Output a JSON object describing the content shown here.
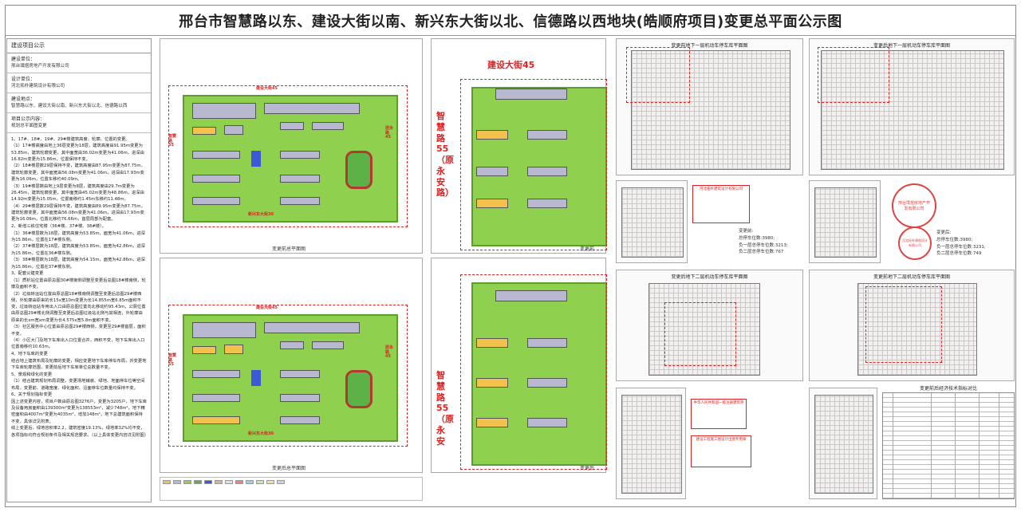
{
  "title": "邢台市智慧路以东、建设大街以南、新兴东大街以北、信德路以西地块(皓顺府项目)变更总平面公示图",
  "info": {
    "header": "建设项目公示",
    "rows": [
      {
        "label": "建设单位：",
        "value": "邢台璞煜房地产开发有限公司"
      },
      {
        "label": "设计单位：",
        "value": "河北拓朴建筑设计有限公司"
      },
      {
        "label": "建设地点：",
        "value": "智慧路以东、建设大街以南、新兴东大街以北、信德路以西"
      },
      {
        "label": "项目公示内容：",
        "value": "规划总平面图变更"
      }
    ],
    "notes": [
      "1、17#、18#、19#、29#楼建筑高度、轮廓、位置的变更。",
      "（1）17#楼高度由地上36层变更为18层，建筑高度由91.95m变更为53.85m，建筑轮廓变更，其中面宽由36.02m变更为41.06m，进深由16.82m变更为15.86m，位置保持不变。",
      "（2）18#楼层数29层保持不变，建筑高度由87.95m变更为87.75m，建筑轮廓变更，其中面宽由56.08m变更为41.06m，进深由17.93m变更为16.06m，位置东移约40.09m。",
      "（3）19#楼层数由地上9层变更为8层，建筑高度由29.7m变更为26.45m，建筑轮廓变更，其中面宽由45.02m变更为48.86m，进深由14.92m变更为15.05m，位置南移约1.45m东移约11.48m。",
      "（4）29#楼层数29层保持不变，建筑高度由89.95m变更为87.75m，建筑轮廓变更，其中面宽由56.08m变更为41.06m，进深由17.93m变更为16.06m，位置北移约76.66m，首层局部为配套。",
      "2、新增三栋住宅楼（36#楼、37#楼、38#楼）。",
      "（1）36#楼层数为18层，建筑高度为53.85m，面宽为41.06m，进深为15.86m，位置在17#楼东侧。",
      "（2）37#楼层数为18层，建筑高度为53.85m，面宽为42.86m，进深为15.86m，位置在36#楼东侧。",
      "（3）38#楼层数为18层，建筑高度为54.15m，面宽为42.86m，进深为15.86m，位置在37#楼东侧。",
      "3、配套公建变更",
      "（1）质析站位置由原总图30#楼南侧调整至变更后总图18#楼南侧，轮廓及面积不变。",
      "（2）垃圾转运站位置由原总图18#楼南侧调整至变更后总图29#楼西侧，外轮廓由原来的长15x宽10m变更为长14.855m宽6.85m面积不变，垃圾转运站专用出入口由原总图位置向北移动约95.43m，公厕位置由原总图29#楼北侧调整至变更后总图垃圾站北侧与其相连，外轮廓由原来的长xm宽xm变更为长4.575x宽5.8m面积不变。",
      "（3）社区服务中心位置由原总图29#楼西侧，变更至29#楼首层，面积不变。",
      "（4）小区大门及地下车库出入口位置合并，西积不变，地下车库出入口位置南移约10.63m。",
      "4、地下车库的变更",
      "结合地上建筑布局及轮廓的变更，相应变更地下车库停车布局，并变更地下车库轮廓范围，变更前后地下车库单位总数量不变。",
      "5、景观和绿化的变更",
      "（1）结合建筑规划布局调整，变更场地铺装、绿地、地面停车位等空间布局，变更前、道路宽度、绿化面积、沿面停车位数量均保持不变。",
      "6、关于规划指标变更",
      "因上述变更内容，项目户数由原总图3276户，变更为3205户，地下车库及设备用房面积由139300m²变更为138553m²，减少748m²，地下精密面积由4007m²变更为4035m²，增加148m²，地下总建筑面积保持不变，具体详见附表。",
      "综上变更后，绿地容积率2.2，建筑密度19.13%，绿地率32%均不变，各项指标均符合规划条件及相关规范要求。（以上具体变更内容详见附图）"
    ]
  },
  "plan_top": {
    "road_north": "建设大街45",
    "road_west": "智慧路55",
    "road_east": "居永路45",
    "road_south": "新兴东大街30",
    "caption": "变更前总平面图"
  },
  "plan_bottom": {
    "road_north": "建设大街45",
    "road_west": "智慧路55",
    "road_east": "居永路45",
    "road_south": "新兴东大街30",
    "caption": "变更后总平面图"
  },
  "detail_top": {
    "road_north": "建设大街45",
    "road_west": "智慧路55（原永安路）",
    "caption": "变更前"
  },
  "detail_bottom": {
    "road_west": "智慧路55（原永安",
    "caption": "变更后"
  },
  "park": {
    "before_b1": "变更前地下一层机动车停车库平面图",
    "after_b1": "变更后地下一层机动车停车库平面图",
    "after_b2": "变更后地下二层机动车停车库平面图",
    "before_b2": "变更前地下二层机动车停车库平面图",
    "before_stats": [
      "变更前:",
      "总停车位数:3980;",
      "负一层总停车位数:3213;",
      "负二层总停车位数:767"
    ],
    "after_stats": [
      "变更后:",
      "总停车位数:3980;",
      "负一层总停车位数:3231;",
      "负二层总停车位数:749"
    ]
  },
  "stamps": {
    "design_seal_top": "河北拓朴建筑设计有限公司",
    "design_seal_mid": "中华人民共和国一级注册建筑师",
    "design_seal_bottom": "建设工程施工图设计出图专用章",
    "round_seal_a": "邢台璞煜房地产开发有限公司",
    "round_seal_b": "河北拓朴建筑设计有限公司"
  },
  "table_title": "变更前后经济技术指标对比",
  "colors": {
    "green": "#8fd14f",
    "red_line": "#d22222",
    "building": "#b8b8d0",
    "highlight": "#f2c14e"
  }
}
